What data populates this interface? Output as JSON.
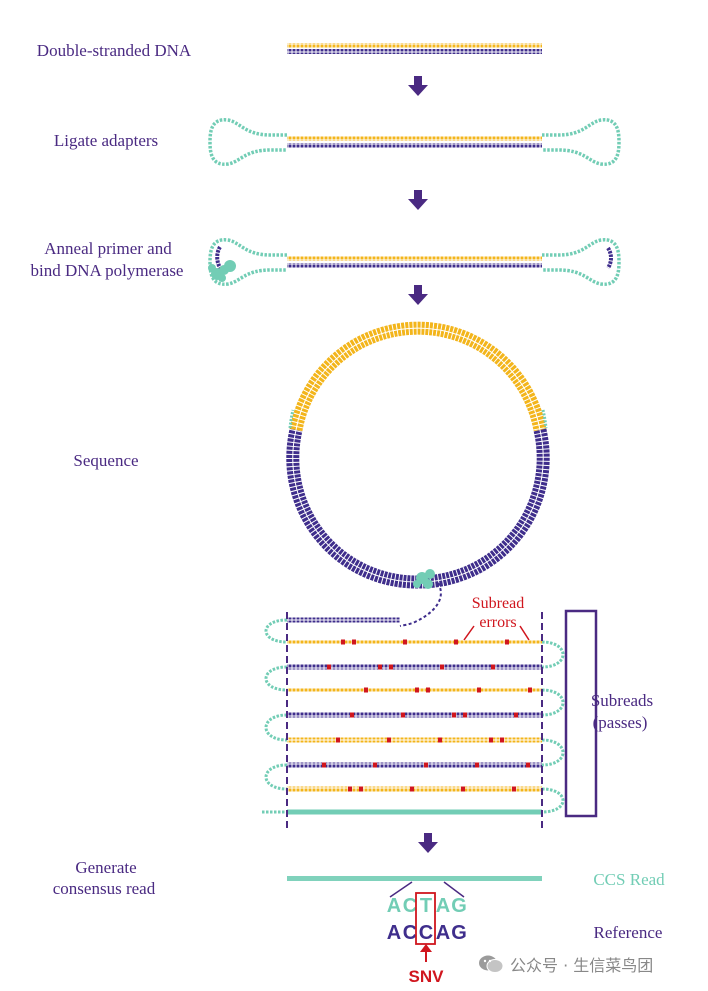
{
  "steps": {
    "double_stranded": "Double-stranded DNA",
    "ligate": "Ligate adapters",
    "anneal_line1": "Anneal primer and",
    "anneal_line2": "bind DNA polymerase",
    "sequence": "Sequence",
    "generate_line1": "Generate",
    "generate_line2": "consensus read"
  },
  "annotations": {
    "subread_errors_line1": "Subread",
    "subread_errors_line2": "errors",
    "subreads_line1": "Subreads",
    "subreads_line2": "(passes)",
    "ccs_read": "CCS Read",
    "reference": "Reference",
    "snv": "SNV"
  },
  "sequences": {
    "ccs_letters": [
      "A",
      "C",
      "T",
      "A",
      "G"
    ],
    "reference_letters": [
      "A",
      "C",
      "C",
      "A",
      "G"
    ],
    "highlight_index": 2
  },
  "watermark": {
    "text": "公众号 · 生信菜鸟团"
  },
  "colors": {
    "gold": "#f3b51b",
    "navy": "#3f2e8c",
    "teal": "#72cdb5",
    "purple_text": "#4a2a82",
    "red": "#d0161e"
  }
}
